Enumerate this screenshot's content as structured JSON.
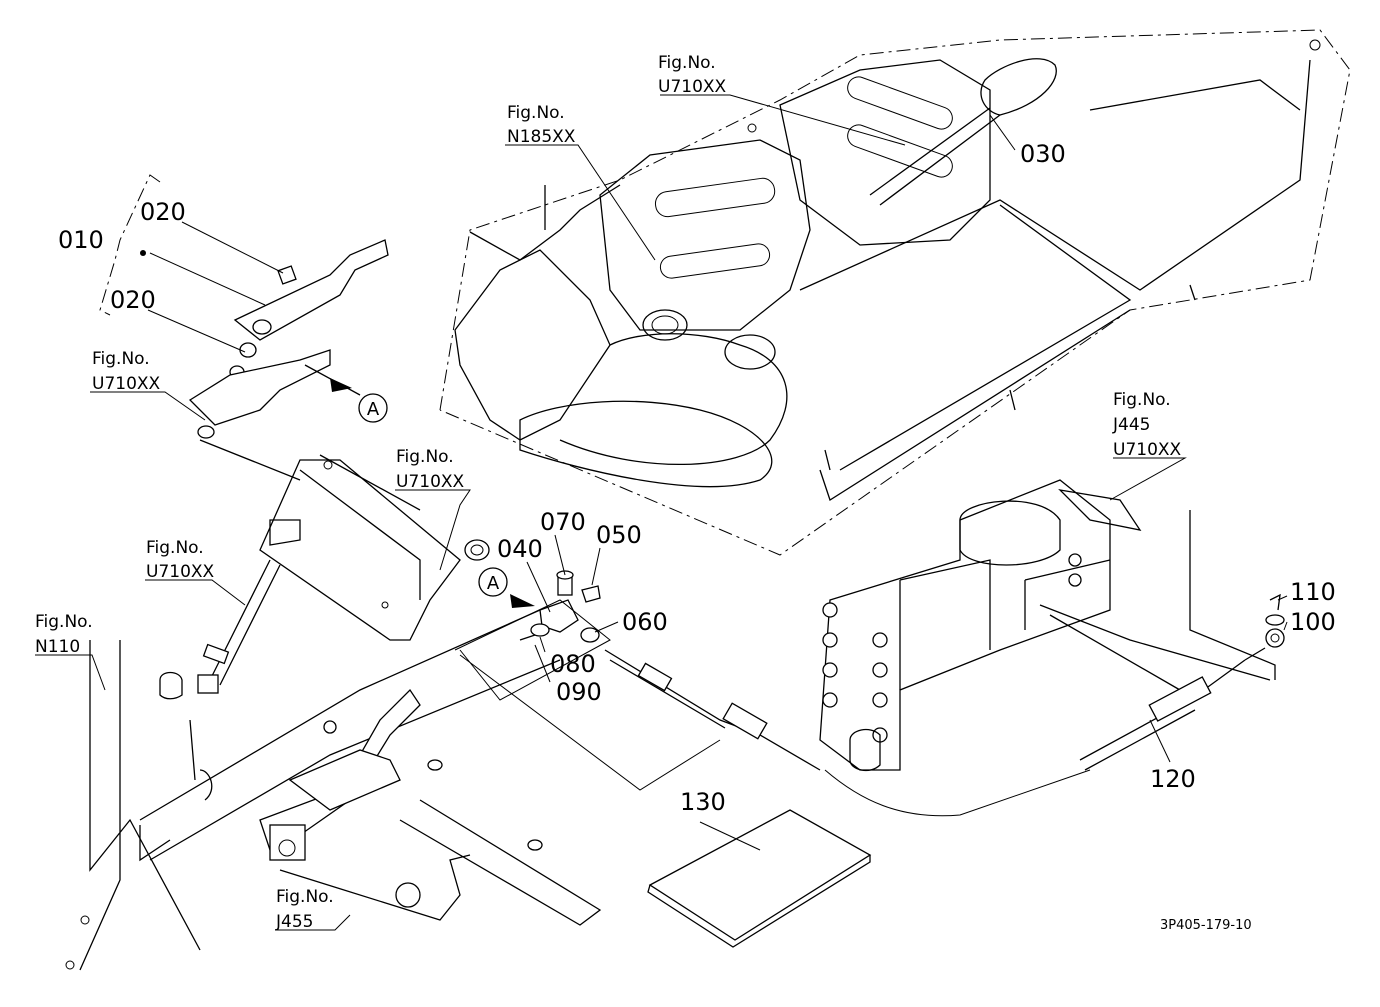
{
  "drawing_code": "3P405-179-10",
  "parts": [
    {
      "no": "010"
    },
    {
      "no": "020",
      "position": "upper"
    },
    {
      "no": "020",
      "position": "lower"
    },
    {
      "no": "030"
    },
    {
      "no": "040"
    },
    {
      "no": "050"
    },
    {
      "no": "060"
    },
    {
      "no": "070"
    },
    {
      "no": "080"
    },
    {
      "no": "090"
    },
    {
      "no": "100"
    },
    {
      "no": "110"
    },
    {
      "no": "120"
    },
    {
      "no": "130"
    }
  ],
  "figure_refs": [
    {
      "label": "Fig.No.",
      "code": "U710XX",
      "where": "top"
    },
    {
      "label": "Fig.No.",
      "code": "N185XX",
      "where": "console"
    },
    {
      "label": "Fig.No.",
      "code": "U710XX",
      "where": "left-lever"
    },
    {
      "label": "Fig.No.",
      "code": "U710XX",
      "where": "center"
    },
    {
      "label": "Fig.No.",
      "code": "U710XX",
      "where": "left-rod"
    },
    {
      "label": "Fig.No.",
      "code": "N110",
      "where": "left-frame"
    },
    {
      "label": "Fig.No.",
      "code": "J455",
      "where": "bottom"
    },
    {
      "label": "Fig.No.",
      "code": "J445",
      "code2": "U710XX",
      "where": "valve"
    }
  ],
  "callout": "A"
}
